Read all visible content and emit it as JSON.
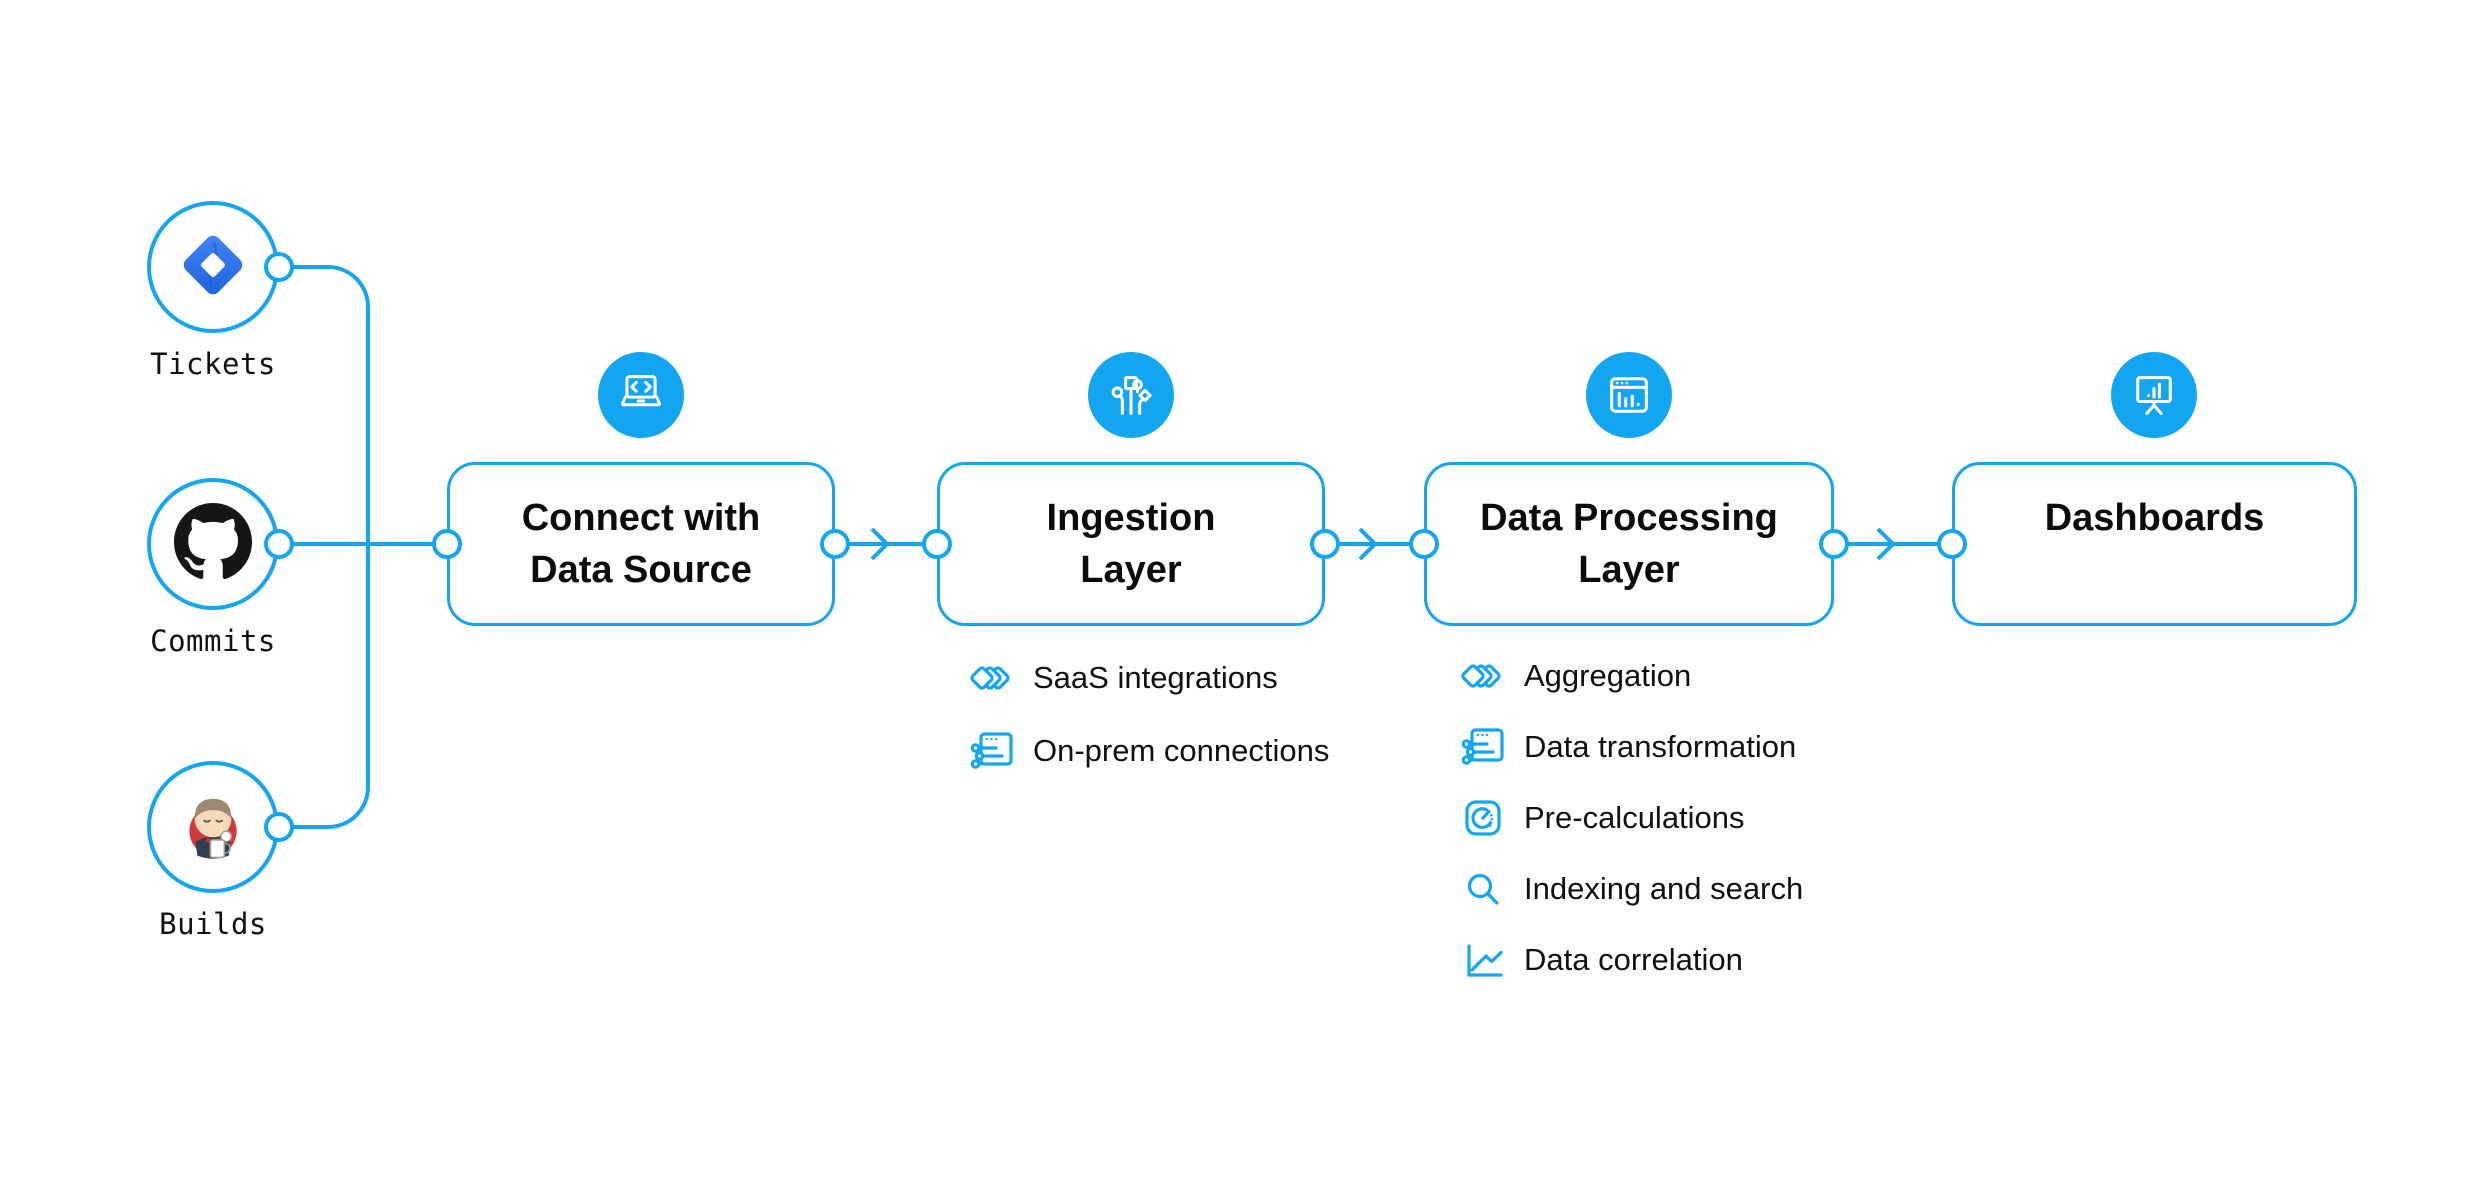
{
  "colors": {
    "accent_blue": "#14a5f0",
    "text_black": "#0c0c0c",
    "jira_blue": "#2d6df6",
    "github_black": "#171515",
    "jenkins_red": "#cf3b3b",
    "background": "#ffffff"
  },
  "sources": [
    {
      "label": "Tickets",
      "icon": "jira-icon"
    },
    {
      "label": "Commits",
      "icon": "github-icon"
    },
    {
      "label": "Builds",
      "icon": "jenkins-icon"
    }
  ],
  "stages": [
    {
      "title_line1": "Connect with",
      "title_line2": "Data Source",
      "icon": "laptop-code-icon",
      "items": []
    },
    {
      "title_line1": "Ingestion",
      "title_line2": "Layer",
      "icon": "circuit-icon",
      "items": [
        {
          "icon": "diamond-stack-icon",
          "label": "SaaS integrations"
        },
        {
          "icon": "window-sliders-icon",
          "label": "On-prem connections"
        }
      ]
    },
    {
      "title_line1": "Data Processing",
      "title_line2": "Layer",
      "icon": "window-chart-icon",
      "items": [
        {
          "icon": "diamond-stack-icon",
          "label": "Aggregation"
        },
        {
          "icon": "window-sliders-icon",
          "label": "Data transformation"
        },
        {
          "icon": "gauge-icon",
          "label": "Pre-calculations"
        },
        {
          "icon": "search-icon",
          "label": "Indexing and search"
        },
        {
          "icon": "line-chart-icon",
          "label": "Data correlation"
        }
      ]
    },
    {
      "title_line1": "Dashboards",
      "title_line2": "",
      "icon": "presentation-chart-icon",
      "items": []
    }
  ]
}
